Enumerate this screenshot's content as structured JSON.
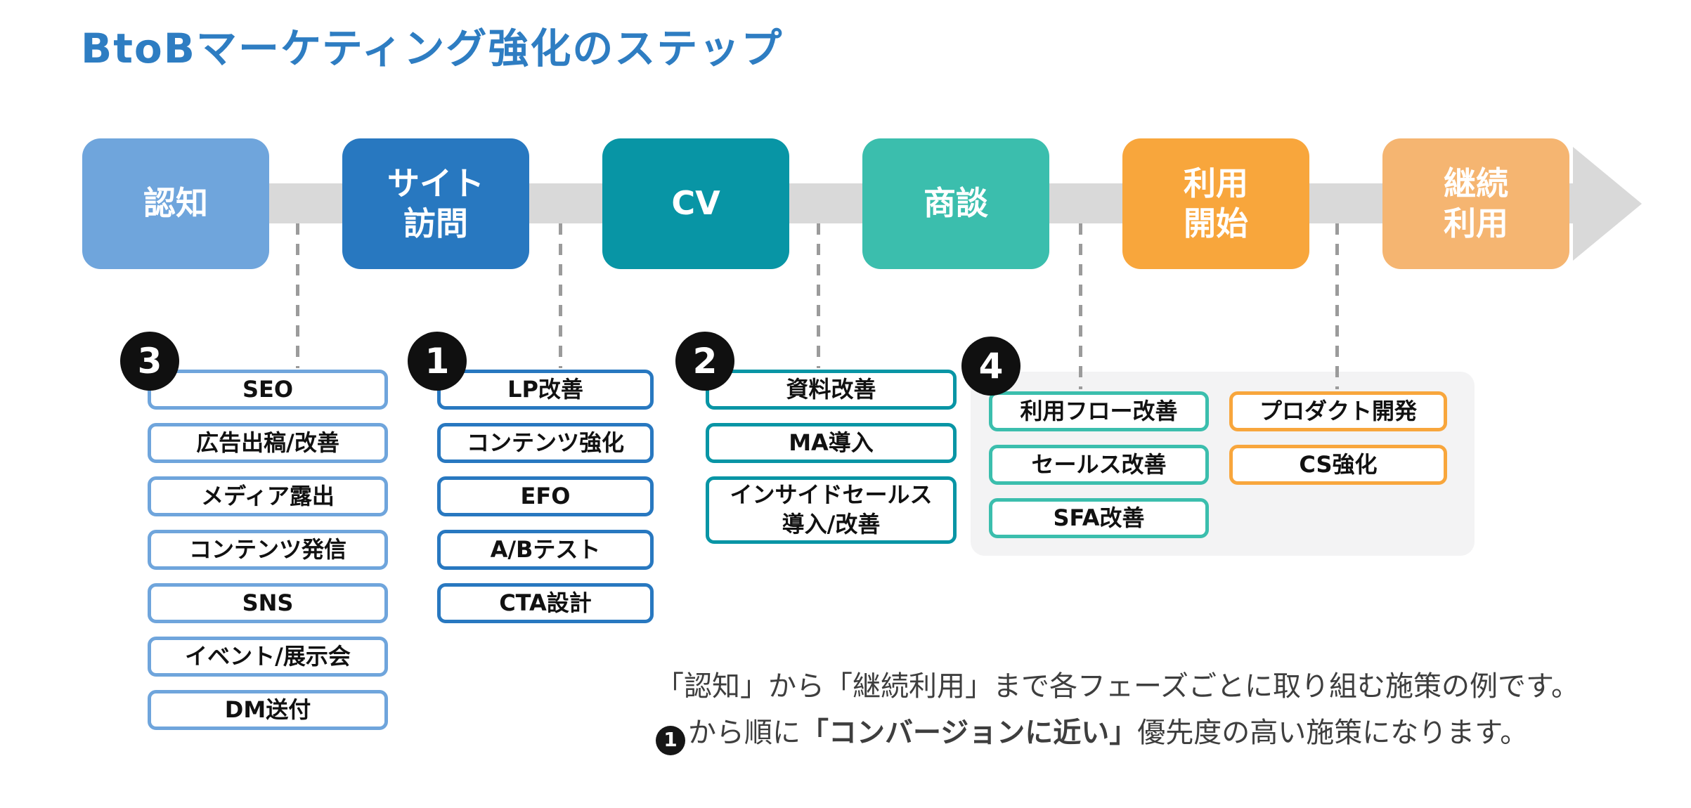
{
  "title": "BtoBマーケティング強化のステップ",
  "colors": {
    "title": "#2e7dc2",
    "arrow": "#d9d9d9",
    "dash": "#9b9b9b",
    "panel_bg": "#f3f3f4",
    "badge_bg": "#101010",
    "caption_text": "#3e3e3e",
    "phase_awareness": "#6fa5dc",
    "phase_site_visit": "#2878c0",
    "phase_cv": "#0895a5",
    "phase_negotiation": "#3bbead",
    "phase_usage_start": "#f8a63c",
    "phase_continued_usage": "#f5b571"
  },
  "phases": [
    {
      "label": "認知",
      "text": "認知",
      "color": "#6fa5dc"
    },
    {
      "label": "サイト訪問",
      "text": "サイト\n訪問",
      "color": "#2878c0"
    },
    {
      "label": "CV",
      "text": "CV",
      "color": "#0895a5"
    },
    {
      "label": "商談",
      "text": "商談",
      "color": "#3bbead"
    },
    {
      "label": "利用開始",
      "text": "利用\n開始",
      "color": "#f8a63c"
    },
    {
      "label": "継続利用",
      "text": "継続\n利用",
      "color": "#f5b571"
    }
  ],
  "groups": [
    {
      "badge": "3",
      "phase": "認知",
      "accent": "#6fa5dc",
      "items": [
        "SEO",
        "広告出稿/改善",
        "メディア露出",
        "コンテンツ発信",
        "SNS",
        "イベント/展示会",
        "DM送付"
      ]
    },
    {
      "badge": "1",
      "phase": "サイト訪問",
      "accent": "#2878c0",
      "items": [
        "LP改善",
        "コンテンツ強化",
        "EFO",
        "A/Bテスト",
        "CTA設計"
      ]
    },
    {
      "badge": "2",
      "phase": "CV",
      "accent": "#0895a5",
      "items": [
        "資料改善",
        "MA導入",
        "インサイドセールス\n導入/改善"
      ]
    },
    {
      "badge": "4",
      "phase": "商談・利用開始・継続利用",
      "accent_left": "#3bbead",
      "accent_right": "#f8a63c",
      "items_left": [
        "利用フロー改善",
        "セールス改善",
        "SFA改善"
      ],
      "items_right": [
        "プロダクト開発",
        "CS強化"
      ]
    }
  ],
  "caption": {
    "line1": "「認知」から「継続利用」まで各フェーズごとに取り組む施策の例です。",
    "line2_badge": "1",
    "line2_pre": "から順に",
    "line2_bold": "「コンバージョンに近い」",
    "line2_post": "優先度の高い施策になります。"
  }
}
